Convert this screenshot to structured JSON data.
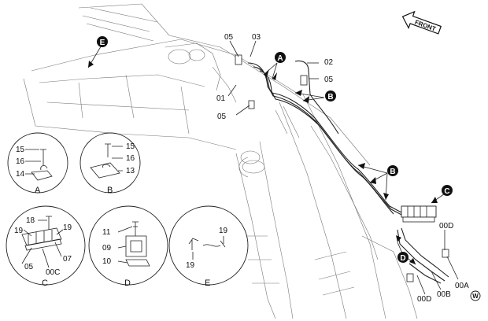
{
  "front_badge": "FRONT",
  "watermark_letter": "W",
  "main_labels": {
    "p05a": "05",
    "p03": "03",
    "p02": "02",
    "p05b": "05",
    "p01": "01",
    "p05c": "05",
    "p00D_top": "00D",
    "p00A": "00A",
    "p00D_bottom": "00D",
    "p00B": "00B"
  },
  "bubbles": {
    "A": "A",
    "B1": "B",
    "B2": "B",
    "C": "C",
    "D": "D",
    "E": "E"
  },
  "detail_views": [
    {
      "caption": "A",
      "labels": [
        "15",
        "16",
        "14"
      ]
    },
    {
      "caption": "B",
      "labels": [
        "15",
        "16",
        "13"
      ]
    },
    {
      "caption": "C",
      "labels": [
        "18",
        "19",
        "19",
        "05",
        "00C",
        "07"
      ]
    },
    {
      "caption": "D",
      "labels": [
        "11",
        "09",
        "10"
      ]
    },
    {
      "caption": "E",
      "labels": [
        "19",
        "19"
      ]
    }
  ]
}
